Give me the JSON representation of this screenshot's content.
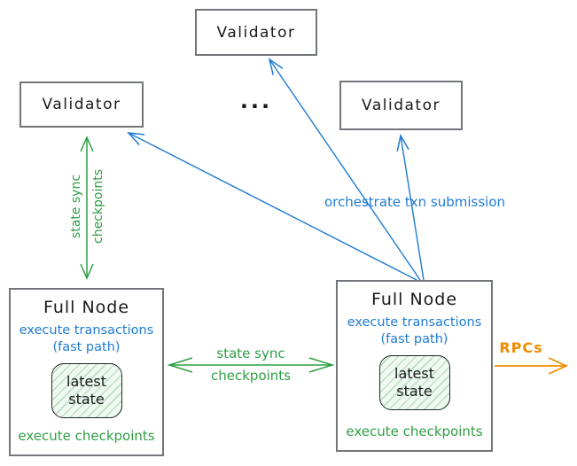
{
  "colors": {
    "green": "#2f9e44",
    "blue": "#1f7bd3",
    "orange": "#f08c00",
    "ink": "#1e1e1e",
    "box_border": "#72767a"
  },
  "validators": {
    "top": {
      "label": "Validator"
    },
    "left": {
      "label": "Validator"
    },
    "right": {
      "label": "Validator"
    }
  },
  "ellipsis": "...",
  "full_nodes": {
    "left": {
      "title": "Full Node",
      "fast_path_line1": "execute transactions",
      "fast_path_line2": "(fast path)",
      "state_line1": "latest",
      "state_line2": "state",
      "footer": "execute checkpoints"
    },
    "right": {
      "title": "Full Node",
      "fast_path_line1": "execute transactions",
      "fast_path_line2": "(fast path)",
      "state_line1": "latest",
      "state_line2": "state",
      "footer": "execute checkpoints"
    }
  },
  "arrows": {
    "vertical_state_sync": {
      "line1": "state sync",
      "line2": "checkpoints"
    },
    "horizontal_state_sync": {
      "line1": "state sync",
      "line2": "checkpoints"
    },
    "orchestrate": {
      "label": "orchestrate txn submission"
    },
    "rpcs": {
      "label": "RPCs"
    }
  }
}
